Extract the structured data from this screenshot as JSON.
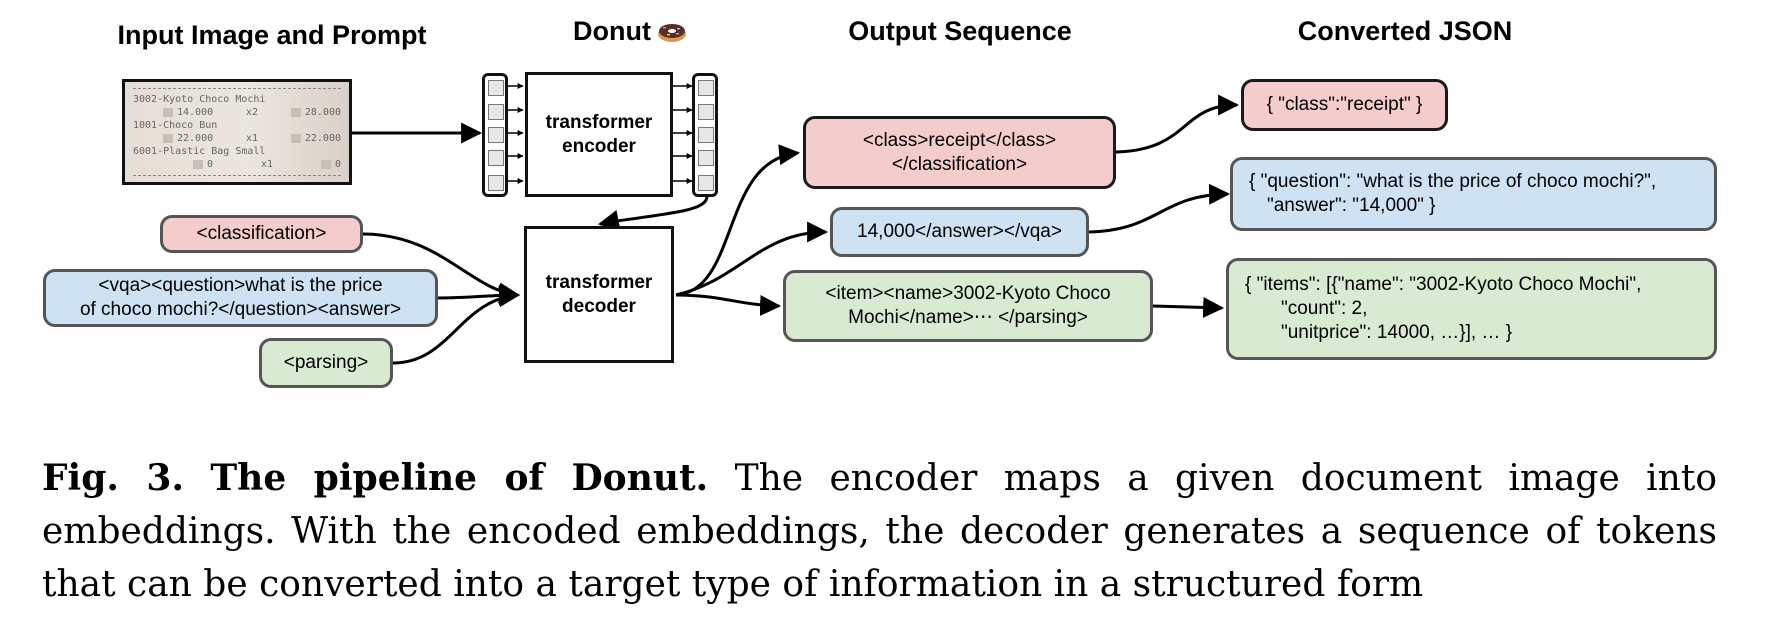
{
  "figure": {
    "headers": {
      "input": "Input Image and Prompt",
      "model": "Donut",
      "output": "Output Sequence",
      "json": "Converted JSON"
    },
    "model_icon": "donut-icon",
    "receipt": {
      "lines": [
        {
          "name": "3002-Kyoto Choco Mochi",
          "unit": "14.000",
          "qty": "x2",
          "total": "28.000"
        },
        {
          "name": "1001-Choco Bun",
          "unit": "22.000",
          "qty": "x1",
          "total": "22.000"
        },
        {
          "name": "6001-Plastic Bag Small",
          "unit": "0",
          "qty": "x1",
          "total": "0"
        }
      ]
    },
    "encoder_label": [
      "transformer",
      "encoder"
    ],
    "decoder_label": [
      "transformer",
      "decoder"
    ],
    "prompts": {
      "classification": "<classification>",
      "vqa": [
        "<vqa><question>what is the price",
        "of choco mochi?</question><answer>"
      ],
      "parsing": "<parsing>"
    },
    "outputs": {
      "classification": [
        "<class>receipt</class>",
        "</classification>"
      ],
      "vqa": "14,000</answer></vqa>",
      "parsing": [
        "<item><name>3002-Kyoto Choco",
        "Mochi</name>⋯ </parsing>"
      ]
    },
    "json": {
      "classification": "{ \"class\":\"receipt\" }",
      "vqa": [
        "{ \"question\": \"what is the price of choco mochi?\",",
        "\"answer\": \"14,000\" }"
      ],
      "parsing": [
        "{ \"items\": [{\"name\": \"3002-Kyoto Choco Mochi\",",
        "\"count\": 2,",
        "\"unitprice\": 14000, …}], … }"
      ]
    },
    "colors": {
      "classification": "#f4cccc",
      "vqa": "#cfe2f3",
      "parsing": "#d9ead3"
    }
  },
  "caption": {
    "label": "Fig. 3.",
    "title": "The pipeline of Donut.",
    "text": "The encoder maps a given document image into embeddings. With the encoded embeddings, the decoder generates a sequence of tokens that can be converted into a target type of information in a structured form"
  }
}
